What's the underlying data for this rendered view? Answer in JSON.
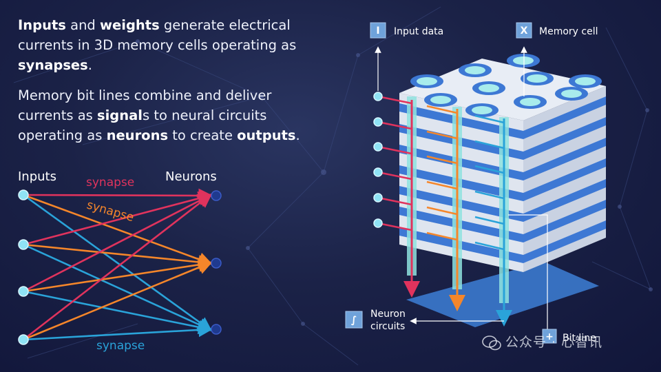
{
  "text": {
    "p1": [
      {
        "t": "Inputs",
        "b": true
      },
      {
        "t": " and ",
        "b": false
      },
      {
        "t": "weights",
        "b": true
      },
      {
        "t": " generate electrical currents in 3D memory cells operating as ",
        "b": false
      },
      {
        "t": "synapses",
        "b": true
      },
      {
        "t": ".",
        "b": false
      }
    ],
    "p2": [
      {
        "t": "Memory bit lines combine and deliver currents as ",
        "b": false
      },
      {
        "t": "signal",
        "b": true
      },
      {
        "t": "s to neural circuits operating as ",
        "b": false
      },
      {
        "t": "neurons",
        "b": true
      },
      {
        "t": " to create ",
        "b": false
      },
      {
        "t": "outputs",
        "b": true
      },
      {
        "t": ".",
        "b": false
      }
    ]
  },
  "network": {
    "inputs_label": "Inputs",
    "neurons_label": "Neurons",
    "synapse_labels": [
      "synapse",
      "synapse",
      "synapse"
    ],
    "colors": {
      "red": "#e0335d",
      "orange": "#f5862a",
      "blue": "#2aa3d9",
      "node": "#8fe3f5",
      "neuron": "#1f3a8f"
    }
  },
  "callouts": {
    "input_data": {
      "glyph": "I",
      "label": "Input data"
    },
    "memory_cell": {
      "glyph": "X",
      "label": "Memory cell"
    },
    "neuron_circuits": {
      "glyph": "∫",
      "label_line1": "Neuron",
      "label_line2": "circuits"
    },
    "bit_line": {
      "glyph": "+",
      "label": "Bit line"
    }
  },
  "watermark": "公众号 · 心智讯"
}
